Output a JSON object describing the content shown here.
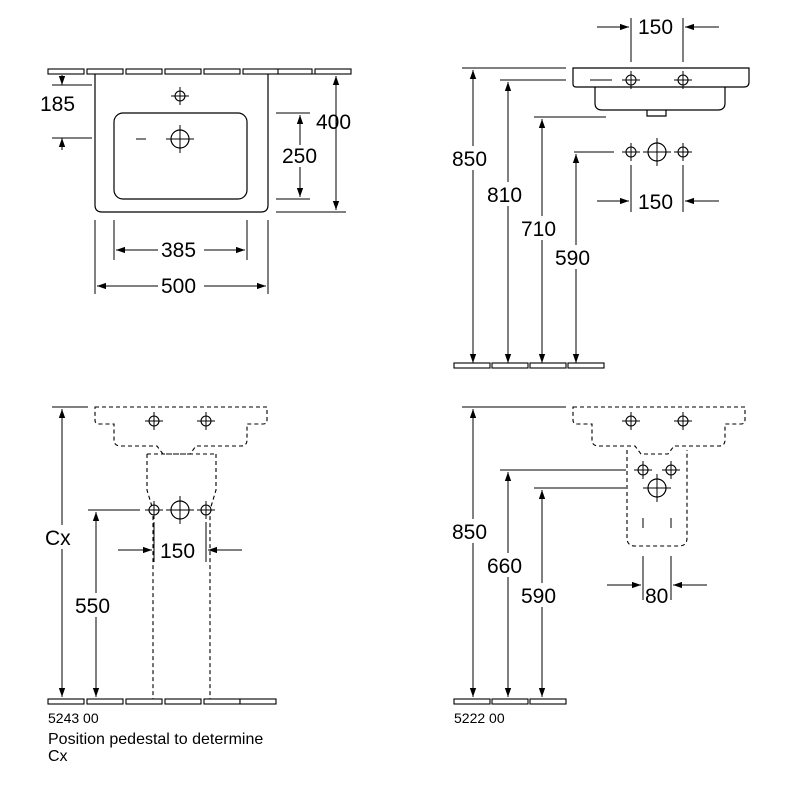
{
  "views": {
    "top_plan": {
      "dim_tap": "185",
      "dim_depth": "400",
      "dim_bowl_depth": "250",
      "dim_bowl_width": "385",
      "dim_width": "500"
    },
    "side": {
      "dim_tap_spacing_top": "150",
      "dim_tap_spacing_wall": "150",
      "h_top": "850",
      "h_810": "810",
      "h_710": "710",
      "h_590": "590"
    },
    "pedestal": {
      "h_cx": "Cx",
      "h_550": "550",
      "dim_spacing": "150",
      "code": "5243 00",
      "note_line1": "Position pedestal to determine",
      "note_line2": "Cx"
    },
    "semi_pedestal": {
      "h_850": "850",
      "h_660": "660",
      "h_590": "590",
      "dim_80": "80",
      "code": "5222 00"
    }
  }
}
